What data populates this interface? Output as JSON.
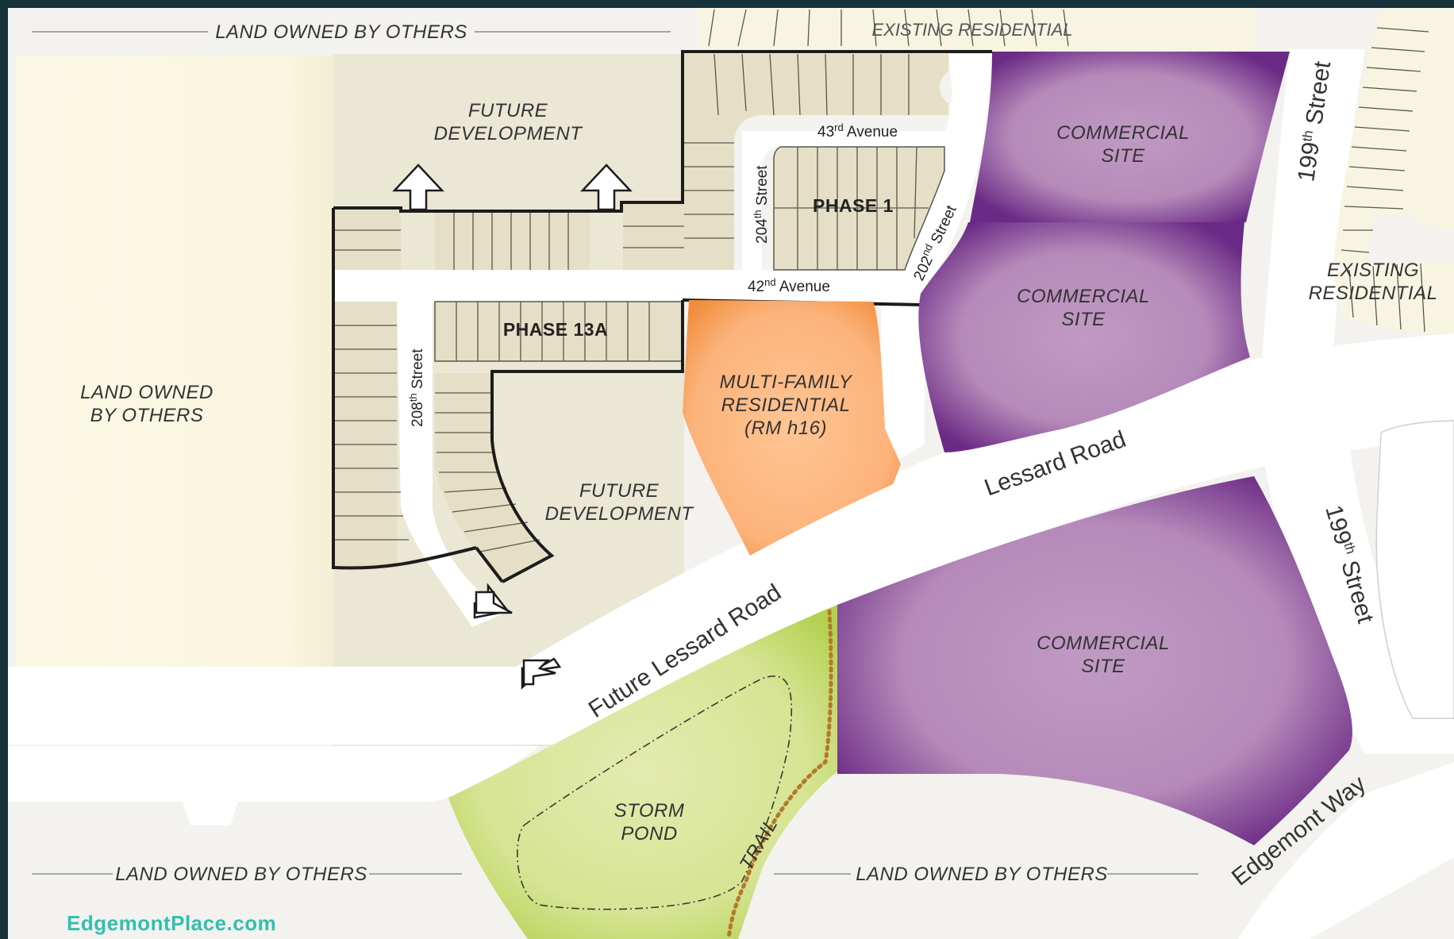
{
  "labels": {
    "land_owned_top": "LAND OWNED  BY OTHERS",
    "existing_residential_top": "EXISTING RESIDENTIAL",
    "land_owned_left_1": "LAND OWNED",
    "land_owned_left_2": "BY OTHERS",
    "future_dev_top_1": "FUTURE",
    "future_dev_top_2": "DEVELOPMENT",
    "future_dev_mid_1": "FUTURE",
    "future_dev_mid_2": "DEVELOPMENT",
    "phase_1": "PHASE 1",
    "phase_13a": "PHASE 13A",
    "multi_family_1": "MULTI-FAMILY",
    "multi_family_2": "RESIDENTIAL",
    "multi_family_3": "(RM h16)",
    "commercial_1_a": "COMMERCIAL",
    "commercial_1_b": "SITE",
    "commercial_2_a": "COMMERCIAL",
    "commercial_2_b": "SITE",
    "commercial_3_a": "COMMERCIAL",
    "commercial_3_b": "SITE",
    "existing_residential_right_1": "EXISTING",
    "existing_residential_right_2": "RESIDENTIAL",
    "storm_pond_1": "STORM",
    "storm_pond_2": "POND",
    "trail": "TRAIL",
    "land_owned_bottom_left": "LAND OWNED  BY OTHERS",
    "land_owned_bottom_right": "LAND OWNED  BY OTHERS"
  },
  "roads": {
    "lessard_road": "Lessard Road",
    "future_lessard_road": "Future Lessard Road",
    "edgemont_way": "Edgemont Way",
    "street_199_top": {
      "base": "199",
      "sup": "th",
      "rest": " Street"
    },
    "street_199_bottom": {
      "base": "199",
      "sup": "th",
      "rest": " Street"
    },
    "street_204": {
      "base": "204",
      "sup": "th",
      "rest": " Street"
    },
    "street_202": {
      "base": "202",
      "sup": "nd",
      "rest": " Street"
    },
    "street_208": {
      "base": "208",
      "sup": "th",
      "rest": " Street"
    },
    "avenue_43": {
      "base": "43",
      "sup": "rd",
      "rest": " Avenue"
    },
    "avenue_42": {
      "base": "42",
      "sup": "nd",
      "rest": " Avenue"
    }
  },
  "footer": {
    "website": "EdgemontPlace.com"
  },
  "colors": {
    "background_frame": "#17323a",
    "road": "#ffffff",
    "land_others": "#faf7e4",
    "future_development": "#ebe7d5",
    "lots": "#e4dfc6",
    "commercial": "#6b2a86",
    "commercial_inner": "#b98bbb",
    "multi_family": "#f7a45c",
    "storm_pond": "#bcd75d",
    "trail": "#b3792b",
    "website": "#2fc0b0"
  }
}
